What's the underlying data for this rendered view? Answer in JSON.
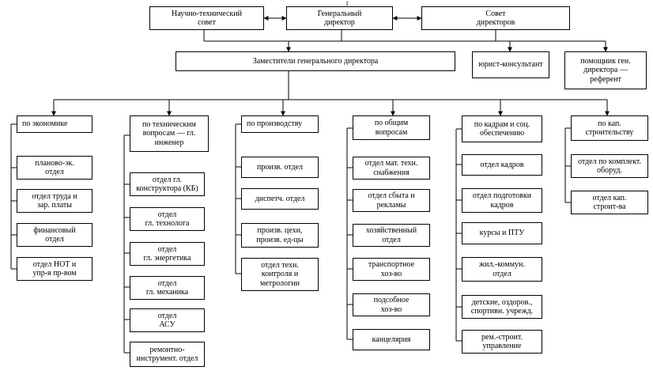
{
  "page_number": "1",
  "top": {
    "council": "Научно-технический\nсовет",
    "director": "Генеральный\nдиректор",
    "board": "Совет\nдиректоров"
  },
  "deputies": "Заместители генерального директора",
  "lawyer": "юрист-консультант",
  "assistant": "помощник ген.\nдиректора —\nреферент",
  "columns": [
    {
      "header": "по экономике",
      "items": [
        "планово-эк.\nотдел",
        "отдел труда и\nзар. платы",
        "финансовый\nотдел",
        "отдел НОТ и\nупр-я пр-вом"
      ]
    },
    {
      "header": "по техническим\nвопросам — гл.\nинженер",
      "items": [
        "отдел гл.\nконструктора (КБ)",
        "отдел\nгл. технолога",
        "отдел\nгл. энергетика",
        "отдел\nгл. механика",
        "отдел\nАСУ",
        "ремонтно-\nинструмент. отдел"
      ]
    },
    {
      "header": "по производству",
      "items": [
        "произв. отдел",
        "диспетч. отдел",
        "произв. цехи,\nпроизв. ед-цы",
        "отдел техн.\nконтроля и\nметрологии"
      ]
    },
    {
      "header": "по общим\nвопросам",
      "items": [
        "отдел мат. техн.\nснабжения",
        "отдел сбыта и\nрекламы",
        "хозяйственный\nотдел",
        "транспортное\nхоз-во",
        "подсобное\nхоз-во",
        "канцелярия"
      ]
    },
    {
      "header": "по кадрам и соц.\nобеспечению",
      "items": [
        "отдел кадров",
        "отдел подготовки\nкадров",
        "курсы и ПТУ",
        "жил.-коммун.\nотдел",
        "детские, оздоров.,\nспортивн. учрежд.",
        "рем.-строит.\nуправление"
      ]
    },
    {
      "header": "по кап.\nстроительству",
      "items": [
        "отдел по комплект.\nоборуд.",
        "отдел кап.\nстроит-ва"
      ]
    }
  ]
}
